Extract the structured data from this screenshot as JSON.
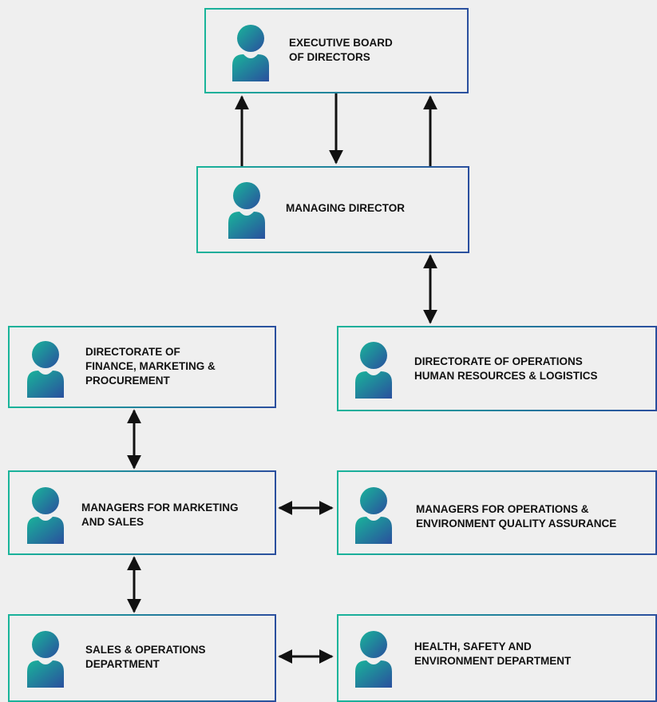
{
  "nodes": {
    "executive_board": "EXECUTIVE BOARD\nOF DIRECTORS",
    "managing_director": "MANAGING DIRECTOR",
    "directorate_finance": "DIRECTORATE OF\nFINANCE, MARKETING &\nPROCUREMENT",
    "directorate_operations": "DIRECTORATE OF OPERATIONS\nHUMAN RESOURCES & LOGISTICS",
    "managers_marketing": "MANAGERS FOR MARKETING\nAND SALES",
    "managers_operations": "MANAGERS FOR OPERATIONS &\nENVIRONMENT QUALITY ASSURANCE",
    "sales_operations": "SALES & OPERATIONS\nDEPARTMENT",
    "hse_department": "HEALTH, SAFETY AND\nENVIRONMENT DEPARTMENT"
  },
  "icons": {
    "person": "person-icon"
  },
  "colors": {
    "accent_start": "#19b49a",
    "accent_end": "#2a4f9e",
    "arrow": "#111111",
    "background": "#efefef"
  }
}
